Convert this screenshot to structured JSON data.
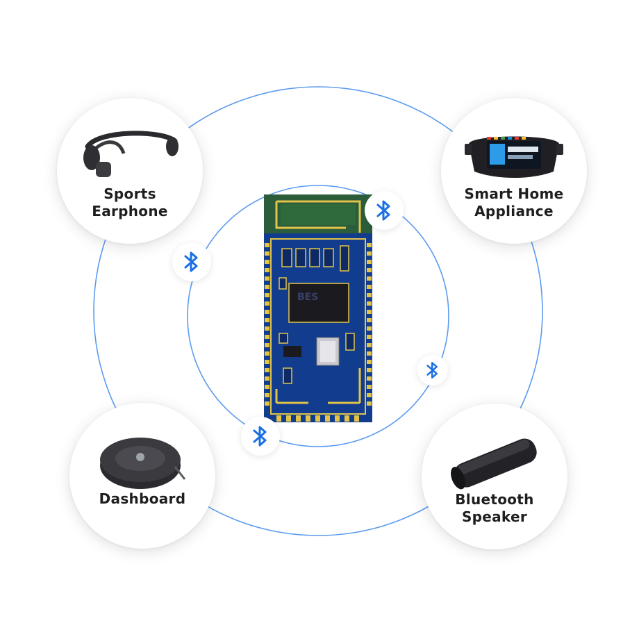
{
  "colors": {
    "ring": "#5b9bf0",
    "bluetooth": "#1a6fe3",
    "pcb": "#123d8f",
    "pcb_gold": "#e2c44a",
    "antenna_board": "#2c5d3a",
    "label": "#1e1e1e"
  },
  "center_module": {
    "name": "bluetooth-module-pcb",
    "chip_marking": "BES"
  },
  "devices": [
    {
      "id": "sports-earphone",
      "icon": "earphone-icon",
      "label_lines": [
        "Sports",
        "Earphone"
      ]
    },
    {
      "id": "smart-home-appliance",
      "icon": "dashboard-display-icon",
      "label_lines": [
        "Smart Home",
        "Appliance"
      ]
    },
    {
      "id": "dashboard",
      "icon": "robot-vacuum-icon",
      "label_lines": [
        "Dashboard"
      ]
    },
    {
      "id": "bluetooth-speaker",
      "icon": "speaker-icon",
      "label_lines": [
        "Bluetooth",
        "Speaker"
      ]
    }
  ],
  "bluetooth_badges": [
    "bluetooth-icon",
    "bluetooth-icon",
    "bluetooth-icon",
    "bluetooth-icon"
  ]
}
